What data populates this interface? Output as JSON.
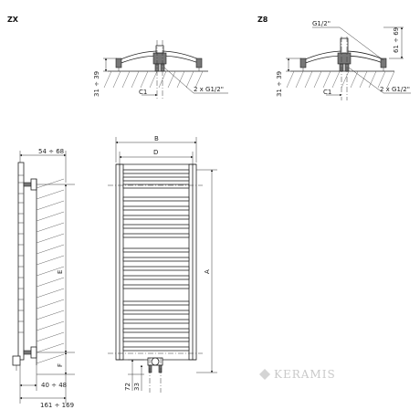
{
  "variants": {
    "zx": {
      "label": "ZX",
      "dim_height": "31 ÷ 39",
      "dim_c1": "C1",
      "dim_conn": "2 x G1/2\""
    },
    "z8": {
      "label": "Z8",
      "dim_height": "31 ÷ 39",
      "dim_c1": "C1",
      "dim_conn": "2 x G1/2\"",
      "dim_top_conn": "G1/2\"",
      "dim_top": "61 ÷ 69"
    }
  },
  "side_view": {
    "dim_top": "54 ÷ 68",
    "dim_e": "E",
    "dim_f": "F",
    "dim_bottom1": "40 ÷ 48",
    "dim_bottom2": "161 ÷ 169"
  },
  "front_view": {
    "dim_b": "B",
    "dim_d": "D",
    "dim_a": "A",
    "dim_72": "72",
    "dim_33": "33"
  },
  "watermark": {
    "text": "KERAMIS"
  }
}
